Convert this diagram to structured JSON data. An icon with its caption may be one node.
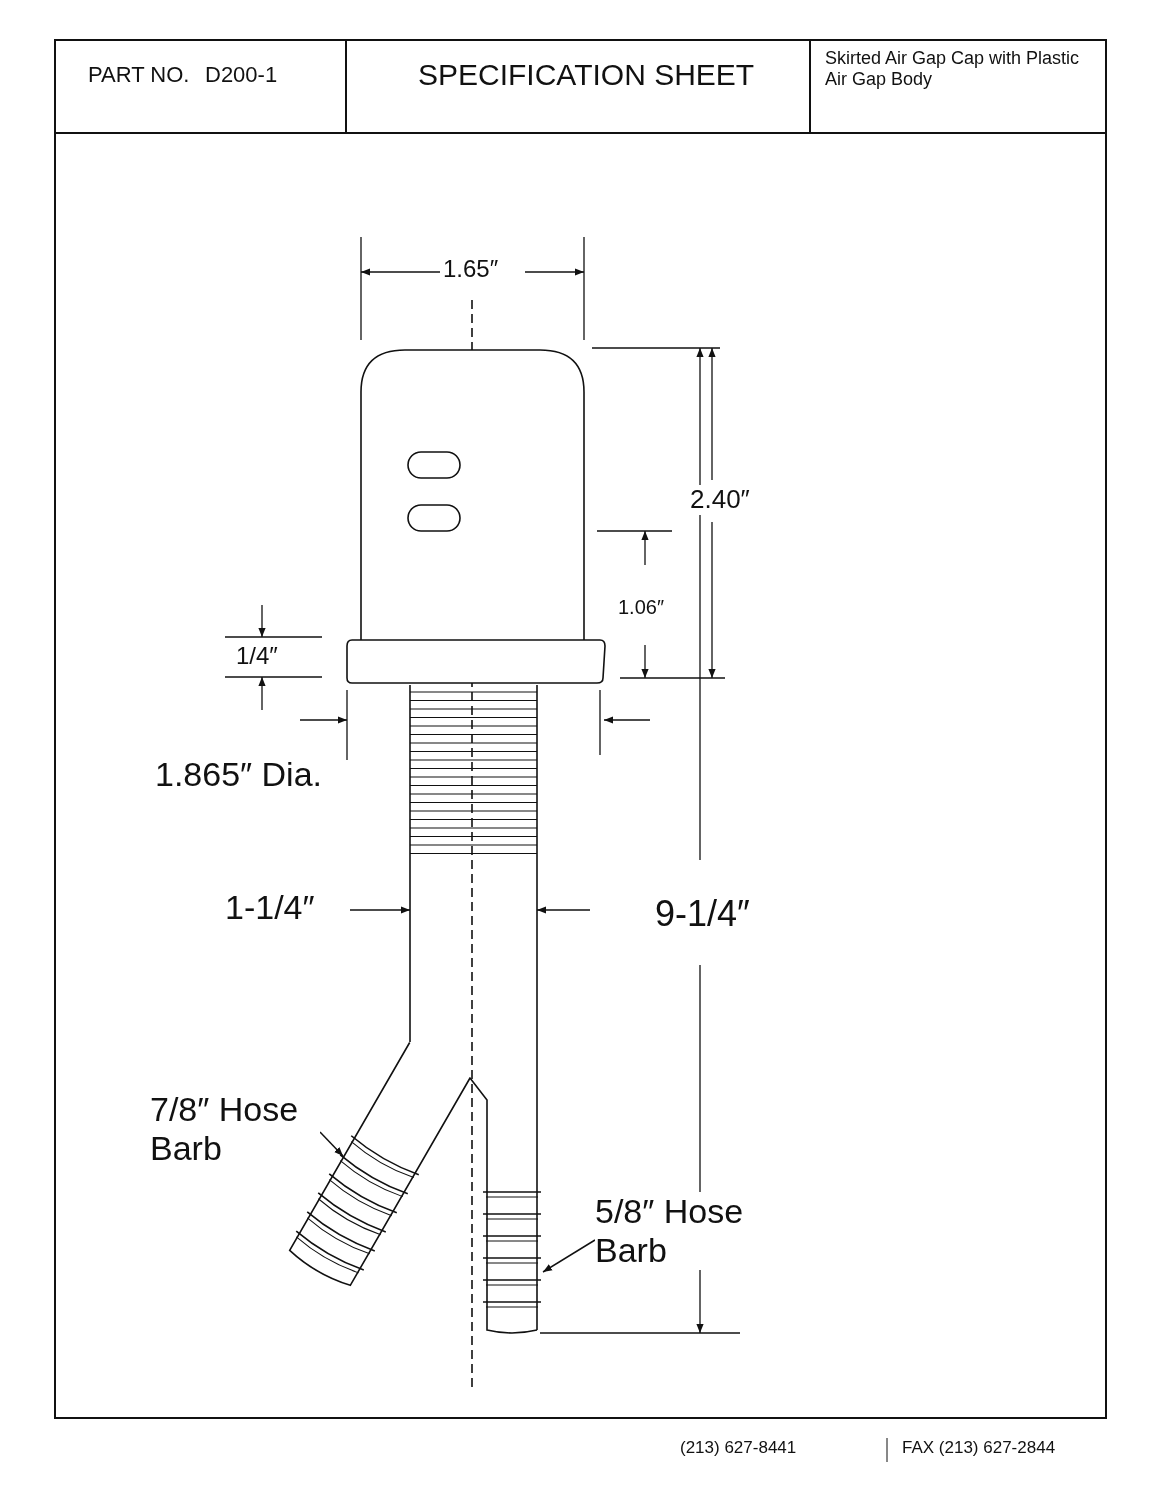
{
  "diagram": {
    "title": "SPECIFICATION SHEET",
    "nodes": [
      {
        "text": [
          "7/8″ Hose Barb"
        ]
      },
      {
        "text": [
          "5/8″ Hose Barb"
        ]
      }
    ],
    "edges": [
      {
        "from": 0,
        "to": null,
        "arrow": "to"
      },
      {
        "from": 1,
        "to": null,
        "arrow": "to"
      }
    ],
    "labels": [
      "PART NO.",
      "D200-1",
      "Skirted Air Gap Cap with Plastic Air Gap Body",
      "1.65″",
      "2.40″",
      "1.06″",
      "1/4″",
      "1.865″ Dia.",
      "1-1/4″",
      "9-1/4″",
      "(213) 627-8441",
      "FAX (213) 627-2844"
    ]
  }
}
